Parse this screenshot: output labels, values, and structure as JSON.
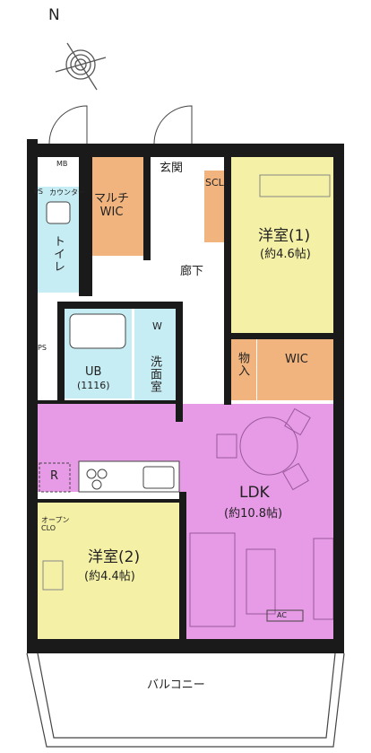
{
  "compass": {
    "north": "N"
  },
  "rooms": {
    "mb": "MB",
    "ps_top": "PS",
    "counter": "カウンター",
    "multi_wic": "マルチ\nWIC",
    "genkan": "玄関",
    "scl": "SCL",
    "toilet": "トイレ",
    "bedroom1": {
      "name": "洋室(1)",
      "size": "(約4.6帖)"
    },
    "corridor": "廊下",
    "ps_side": "PS",
    "ub": {
      "name": "UB",
      "size": "(1116)"
    },
    "washroom": "洗面室",
    "w": "W",
    "storage": "物入",
    "wic2": "WIC",
    "r": "R",
    "ldk": {
      "name": "LDK",
      "size": "(約10.8帖)"
    },
    "open_clo": "オープン\nCLO",
    "bedroom2": {
      "name": "洋室(2)",
      "size": "(約4.4帖)"
    },
    "ac": "AC",
    "balcony": "バルコニー"
  },
  "colors": {
    "wall": "#1a1a1a",
    "bedroom1": "#f4f0a6",
    "bedroom2": "#f4f0a6",
    "ldk": "#e79ae6",
    "bath": "#c6ecf4",
    "storage": "#f2b47e",
    "corridor": "#ffffff"
  }
}
